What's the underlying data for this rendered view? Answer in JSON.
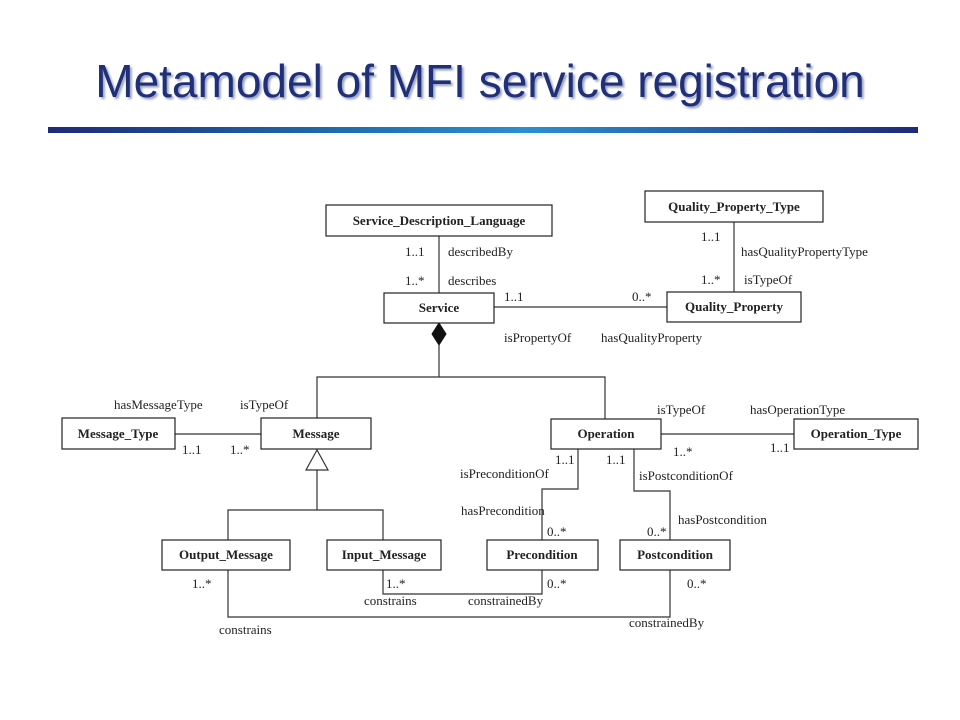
{
  "title": "Metamodel of MFI service registration",
  "classes": {
    "sdl": "Service_Description_Language",
    "qpt": "Quality_Property_Type",
    "service": "Service",
    "qp": "Quality_Property",
    "message_type": "Message_Type",
    "message": "Message",
    "operation": "Operation",
    "operation_type": "Operation_Type",
    "output_message": "Output_Message",
    "input_message": "Input_Message",
    "precondition": "Precondition",
    "postcondition": "Postcondition"
  },
  "labels": {
    "sdl_mult_top": "1..1",
    "sdl_role_top": "describedBy",
    "sdl_mult_bottom": "1..*",
    "sdl_role_bottom": "describes",
    "qpt_mult_top": "1..1",
    "qpt_role_top": "hasQualityPropertyType",
    "qpt_mult_bottom": "1..*",
    "qpt_role_bottom": "isTypeOf",
    "svc_qp_mult_left": "1..1",
    "svc_qp_mult_right": "0..*",
    "svc_qp_role_left": "isPropertyOf",
    "svc_qp_role_right": "hasQualityProperty",
    "msgtype_role_left": "hasMessageType",
    "msgtype_role_right": "isTypeOf",
    "msgtype_mult_left": "1..1",
    "msgtype_mult_right": "1..*",
    "optype_role_left": "isTypeOf",
    "optype_role_right": "hasOperationType",
    "optype_mult_left": "1..*",
    "optype_mult_right": "1..1",
    "op_pre_mult_top": "1..1",
    "op_pre_role_top": "isPreconditionOf",
    "op_pre_role_bottom": "hasPrecondition",
    "op_pre_mult_bottom": "0..*",
    "op_post_mult_top": "1..1",
    "op_post_role_top": "isPostconditionOf",
    "op_post_role_bottom": "hasPostcondition",
    "op_post_mult_bottom": "0..*",
    "out_mult": "1..*",
    "in_mult": "1..*",
    "in_role": "constrains",
    "pre_mult": "0..*",
    "pre_role": "constrainedBy",
    "post_mult": "0..*",
    "out_role": "constrains",
    "post_role": "constrainedBy"
  }
}
